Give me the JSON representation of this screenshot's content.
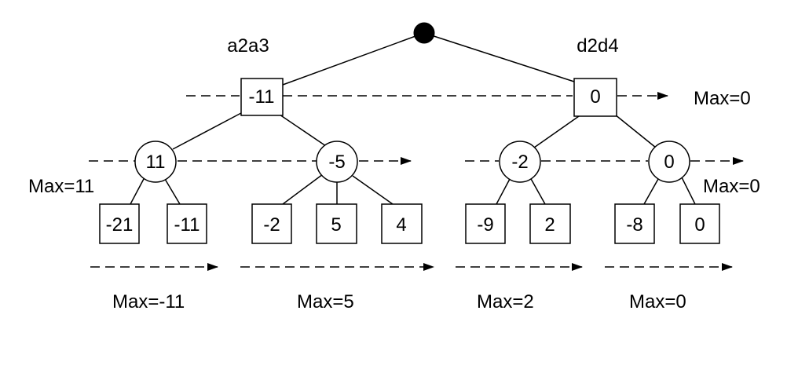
{
  "diagram": {
    "root": {},
    "moves": {
      "left": "a2a3",
      "right": "d2d4"
    },
    "level1": [
      {
        "value": "-11"
      },
      {
        "value": "0"
      }
    ],
    "level2": [
      {
        "value": "11"
      },
      {
        "value": "-5"
      },
      {
        "value": "-2"
      },
      {
        "value": "0"
      }
    ],
    "leaves": [
      {
        "value": "-21"
      },
      {
        "value": "-11"
      },
      {
        "value": "-2"
      },
      {
        "value": "5"
      },
      {
        "value": "4"
      },
      {
        "value": "-9"
      },
      {
        "value": "2"
      },
      {
        "value": "-8"
      },
      {
        "value": "0"
      }
    ],
    "max_labels": {
      "top": "Max=0",
      "mid_left": "Max=11",
      "mid_right": "Max=0",
      "bottom": [
        "Max=-11",
        "Max=5",
        "Max=2",
        "Max=0"
      ]
    }
  }
}
